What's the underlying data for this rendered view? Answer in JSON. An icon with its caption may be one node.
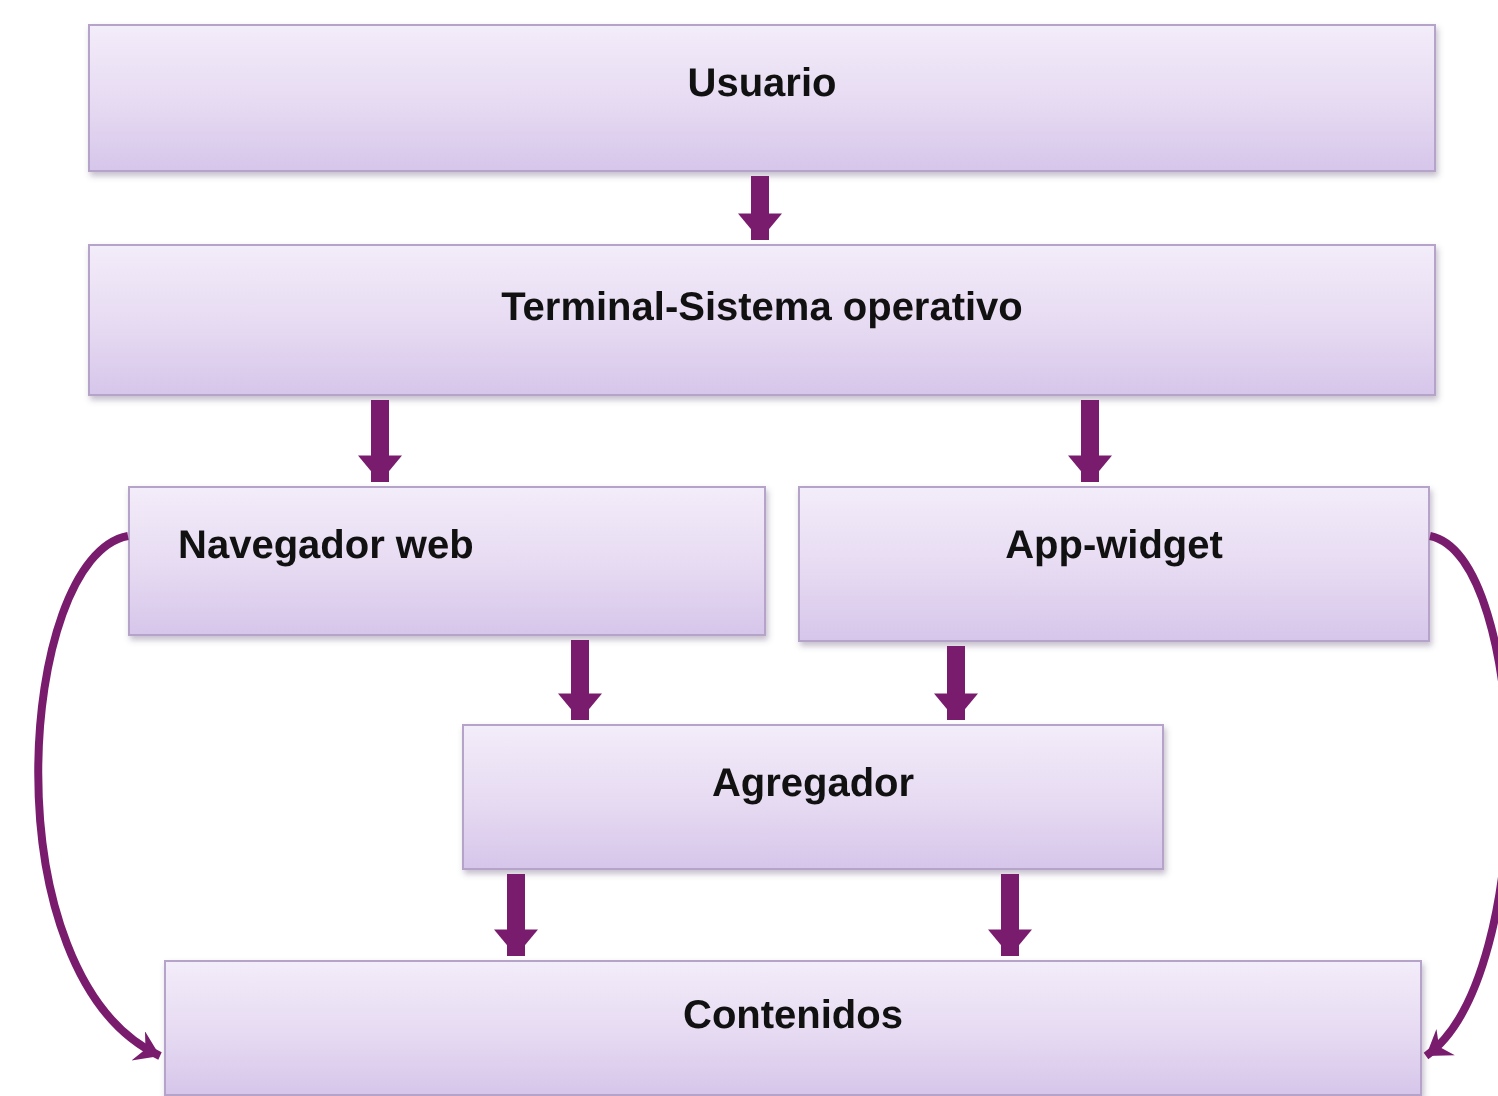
{
  "diagram": {
    "nodes": [
      {
        "text": [
          "Usuario"
        ]
      },
      {
        "text": [
          "Terminal-Sistema operativo"
        ]
      },
      {
        "text": [
          "Navegador web"
        ]
      },
      {
        "text": [
          "App-widget"
        ]
      },
      {
        "text": [
          "Agregador"
        ]
      },
      {
        "text": [
          "Contenidos"
        ]
      }
    ],
    "edges": [
      {
        "from": 0,
        "to": 1,
        "arrow": "to"
      },
      {
        "from": 1,
        "to": 2,
        "arrow": "to"
      },
      {
        "from": 1,
        "to": 3,
        "arrow": "to"
      },
      {
        "from": 2,
        "to": 4,
        "arrow": "to"
      },
      {
        "from": 3,
        "to": 4,
        "arrow": "to"
      },
      {
        "from": 4,
        "to": 5,
        "arrow": "to"
      },
      {
        "from": 4,
        "to": 5,
        "arrow": "to"
      },
      {
        "from": 2,
        "to": 5,
        "arrow": "to"
      },
      {
        "from": 3,
        "to": 5,
        "arrow": "to"
      }
    ]
  }
}
